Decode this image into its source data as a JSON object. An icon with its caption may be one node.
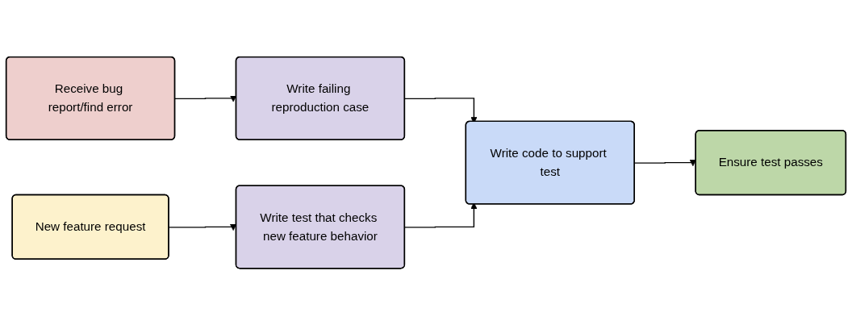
{
  "diagram": {
    "nodes": [
      {
        "text": [
          "Receive bug report/find error"
        ]
      },
      {
        "text": [
          "Write failing reproduction case"
        ]
      },
      {
        "text": [
          "New feature request"
        ]
      },
      {
        "text": [
          "Write test that checks new feature behavior"
        ]
      },
      {
        "text": [
          "Write code to support test"
        ]
      },
      {
        "text": [
          "Ensure test passes"
        ]
      }
    ],
    "edges": [
      {
        "from": 0,
        "to": 1,
        "arrow": "to"
      },
      {
        "from": 1,
        "to": 4,
        "arrow": "to"
      },
      {
        "from": 2,
        "to": 3,
        "arrow": "to"
      },
      {
        "from": 3,
        "to": 4,
        "arrow": "to"
      },
      {
        "from": 4,
        "to": 5,
        "arrow": "to"
      }
    ]
  }
}
